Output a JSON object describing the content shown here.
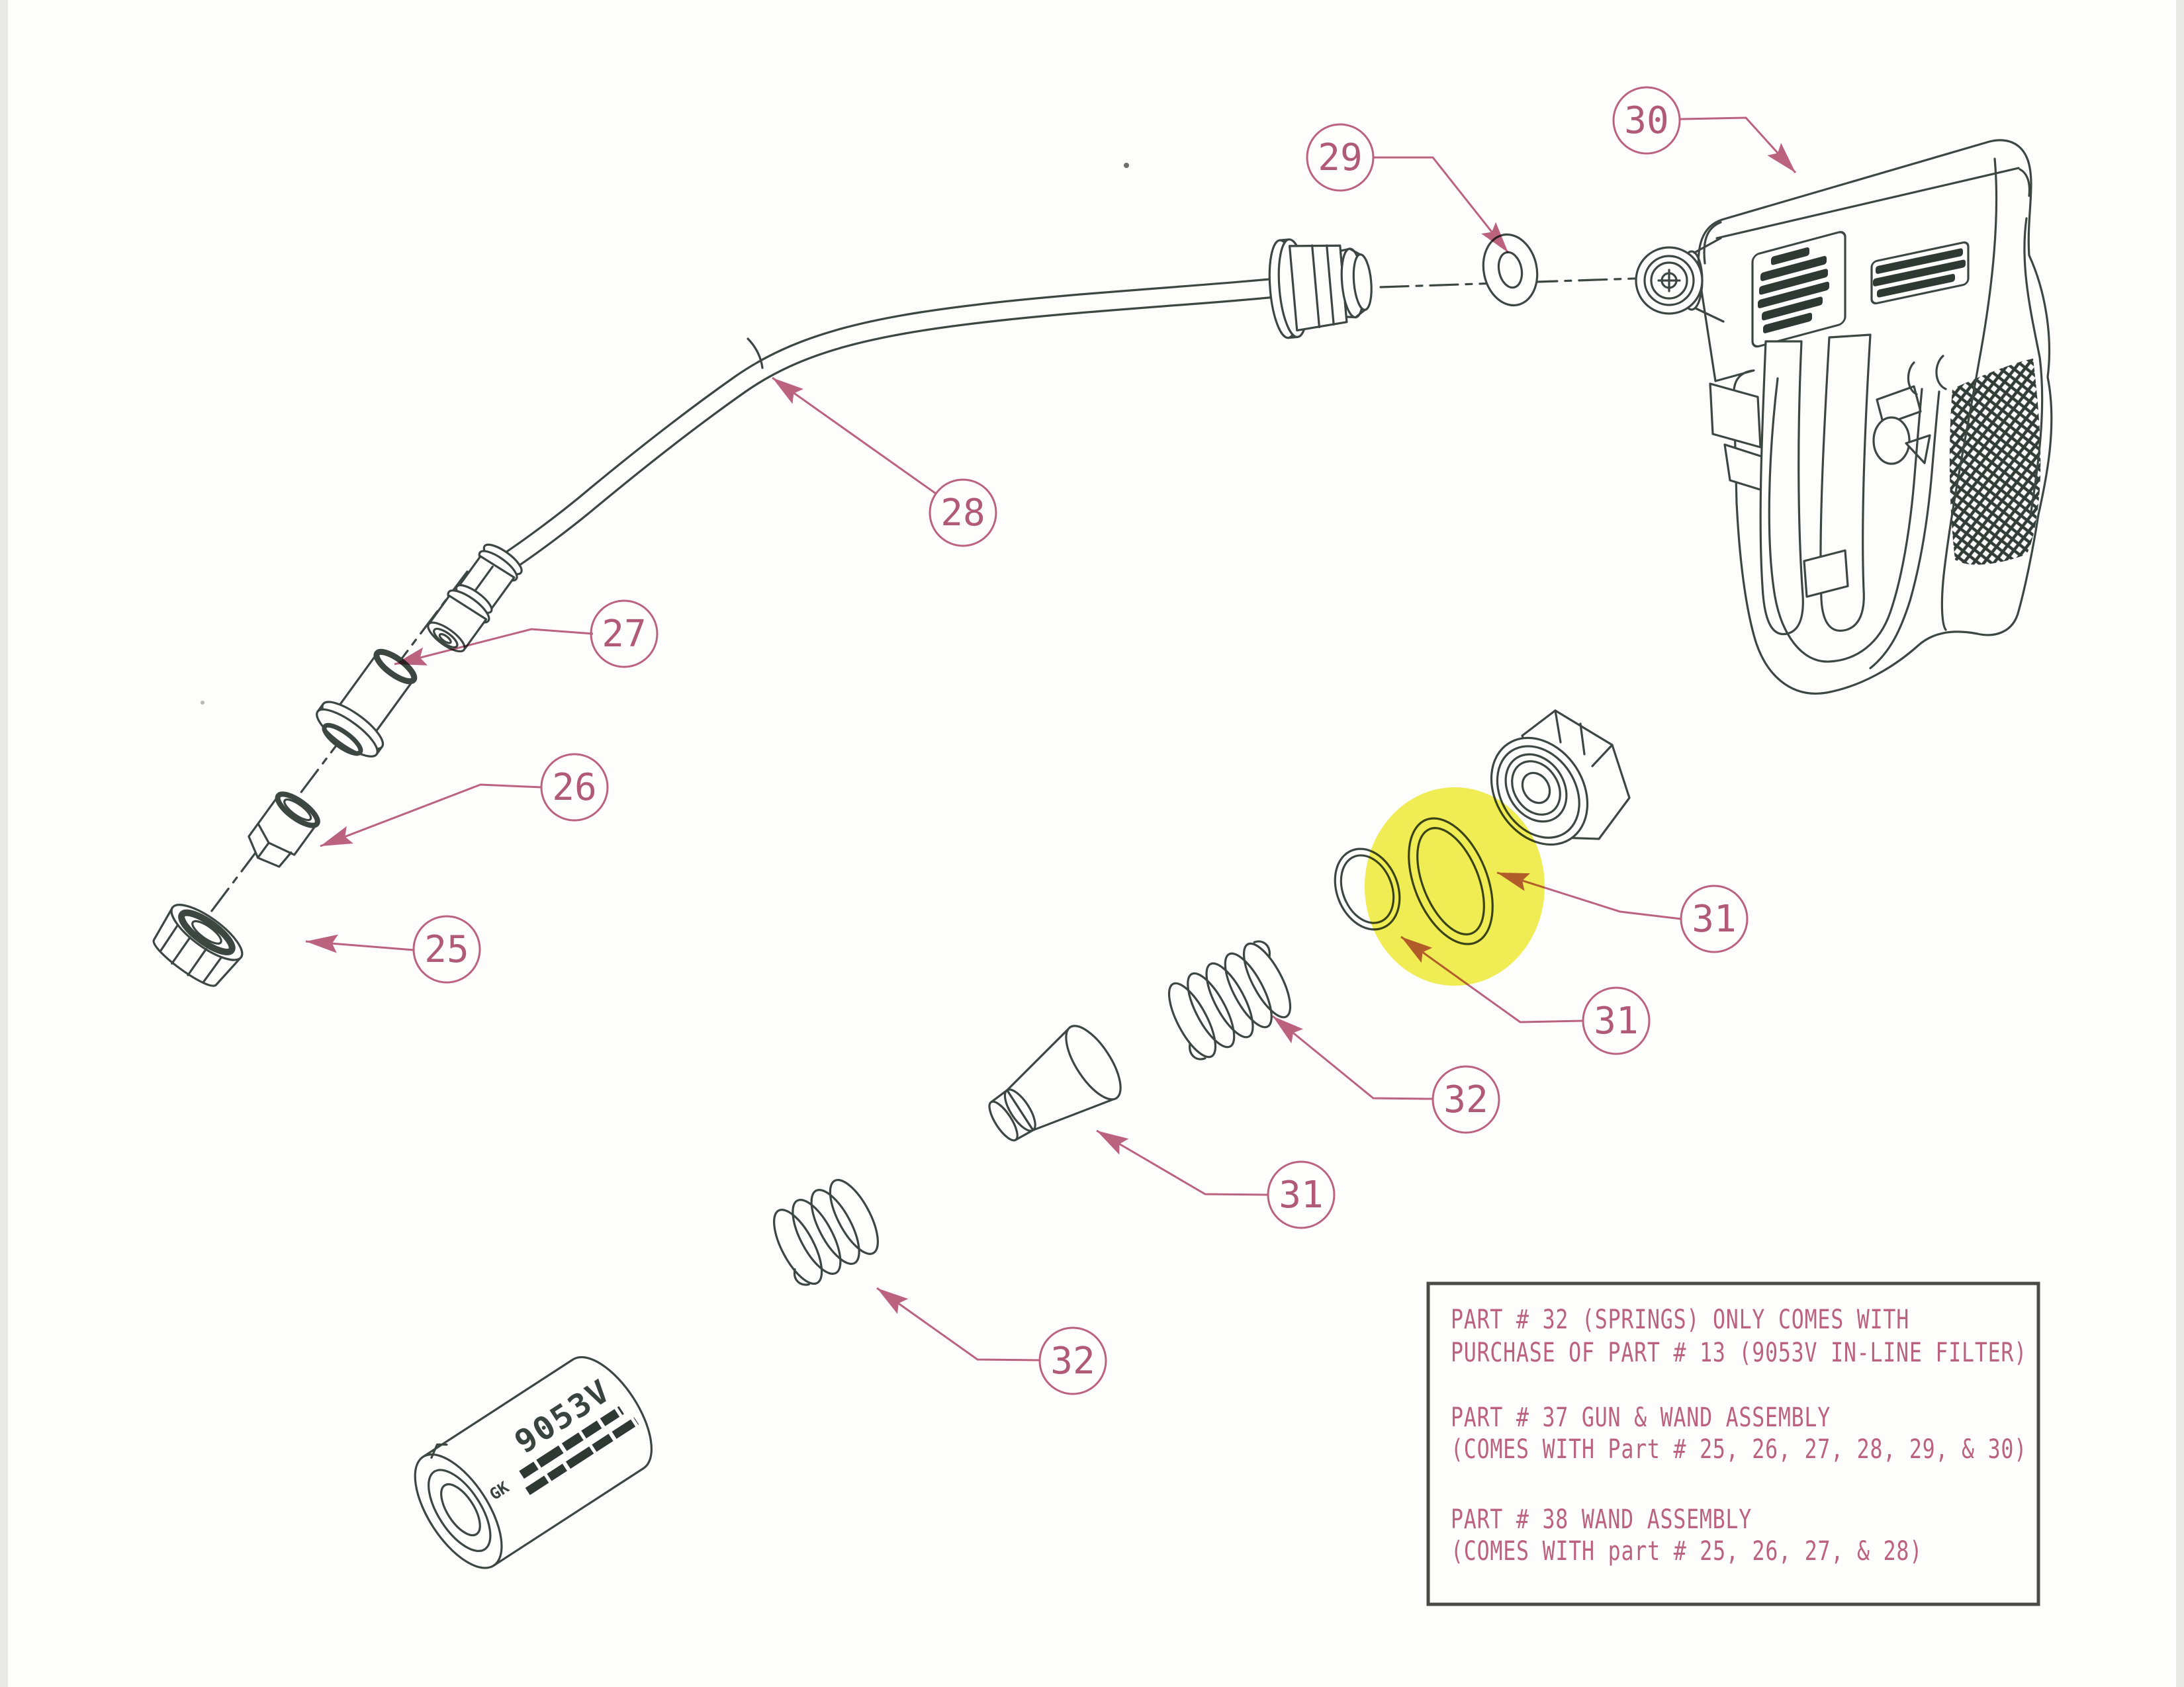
{
  "drawing_type": "exploded-parts-diagram",
  "colors": {
    "paper": "#fdfdfb",
    "line": "#3c4742",
    "dark_fill": "#2f3934",
    "annotation_pink": "#bd6480",
    "highlight_yellow": "#f1ee55"
  },
  "callouts": [
    {
      "label": "25"
    },
    {
      "label": "26"
    },
    {
      "label": "27"
    },
    {
      "label": "28"
    },
    {
      "label": "29"
    },
    {
      "label": "30"
    },
    {
      "label": "31"
    },
    {
      "label": "31"
    },
    {
      "label": "32"
    },
    {
      "label": "31"
    },
    {
      "label": "32"
    }
  ],
  "filter": {
    "model": "9053V",
    "brand": "GK"
  },
  "note_box": {
    "lines": [
      "PART # 32 (SPRINGS) ONLY COMES WITH",
      "PURCHASE OF PART # 13 (9053V IN-LINE FILTER)",
      "PART # 37 GUN & WAND ASSEMBLY",
      "(COMES WITH Part # 25, 26, 27, 28, 29, & 30)",
      "PART # 38 WAND ASSEMBLY",
      "(COMES WITH part # 25, 26, 27, & 28)"
    ]
  }
}
